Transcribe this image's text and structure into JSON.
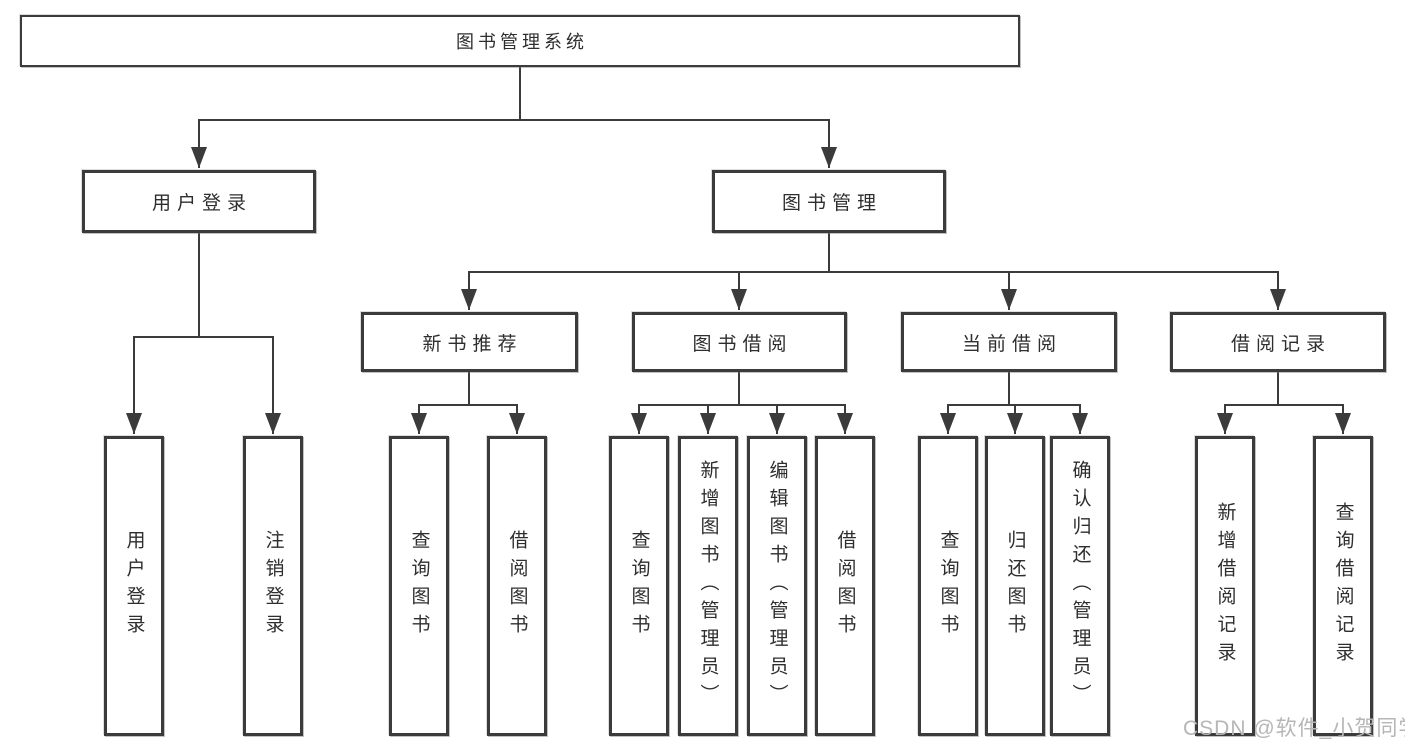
{
  "tree": {
    "root": {
      "label": "图书管理系统"
    },
    "branches": [
      {
        "label": "用户登录",
        "children": [
          {
            "label": "用户登录"
          },
          {
            "label": "注销登录"
          }
        ]
      },
      {
        "label": "图书管理",
        "children": [
          {
            "label": "新书推荐",
            "children": [
              {
                "label": "查询图书"
              },
              {
                "label": "借阅图书"
              }
            ]
          },
          {
            "label": "图书借阅",
            "children": [
              {
                "label": "查询图书"
              },
              {
                "label": "新增图书（管理员）"
              },
              {
                "label": "编辑图书（管理员）"
              },
              {
                "label": "借阅图书"
              }
            ]
          },
          {
            "label": "当前借阅",
            "children": [
              {
                "label": "查询图书"
              },
              {
                "label": "归还图书"
              },
              {
                "label": "确认归还（管理员）"
              }
            ]
          },
          {
            "label": "借阅记录",
            "children": [
              {
                "label": "新增借阅记录"
              },
              {
                "label": "查询借阅记录"
              }
            ]
          }
        ]
      }
    ]
  },
  "watermark": {
    "text": "CSDN @软件_小贺同学"
  },
  "colors": {
    "line": "#3b3b3b",
    "border": "#3b3b3b",
    "text": "#2e2e2e",
    "watermark": "#b6b6b6",
    "background": "#ffffff"
  }
}
